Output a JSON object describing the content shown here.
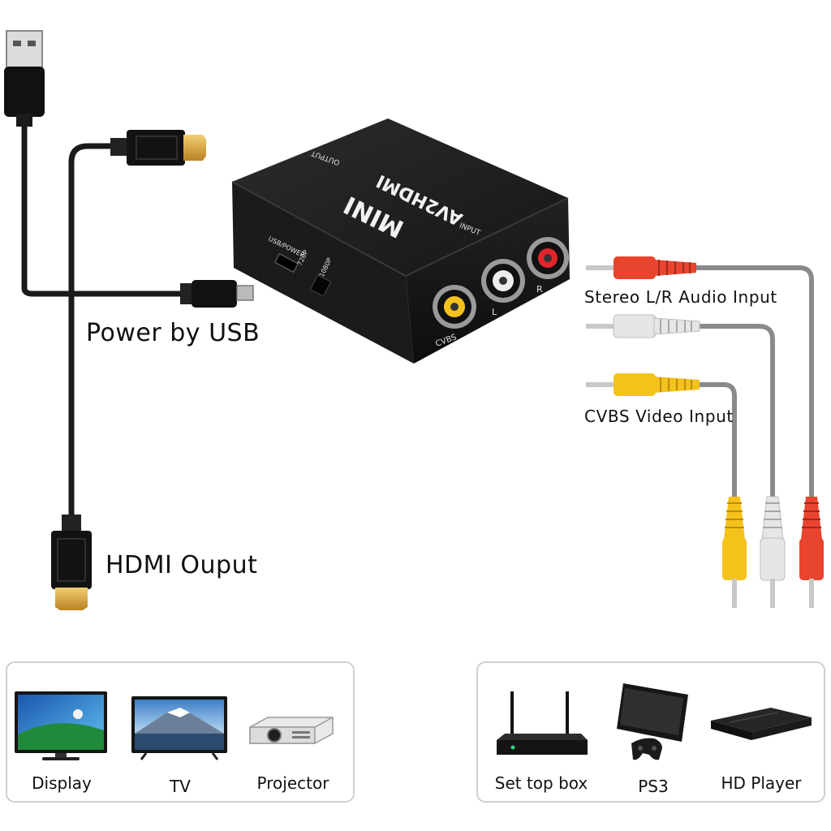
{
  "converter": {
    "brand": "AV2HDMI",
    "model": "MINI",
    "output_label": "OUTPUT",
    "input_label": "INPUT",
    "usb_power_label": "USB/POWER",
    "res_720": "720P",
    "res_1080": "1080P",
    "jack_cvbs": "CVBS",
    "jack_l": "L",
    "jack_r": "R"
  },
  "labels": {
    "power": "Power by USB",
    "hdmi_output": "HDMI Ouput",
    "stereo_input": "Stereo L/R Audio Input",
    "video_input": "CVBS Video Input"
  },
  "output_devices": [
    {
      "name": "Display",
      "icon": "display-icon"
    },
    {
      "name": "TV",
      "icon": "tv-icon"
    },
    {
      "name": "Projector",
      "icon": "projector-icon"
    }
  ],
  "input_devices": [
    {
      "name": "Set top box",
      "icon": "set-top-box-icon"
    },
    {
      "name": "PS3",
      "icon": "ps3-icon"
    },
    {
      "name": "HD Player",
      "icon": "hd-player-icon"
    }
  ],
  "colors": {
    "yellow": "#f4c21a",
    "white": "#e6e6e6",
    "red": "#e8442e",
    "cable": "#1a1a1a",
    "rca_cable": "#8a8a8a",
    "hdmi_gold": "#d9a53a"
  }
}
